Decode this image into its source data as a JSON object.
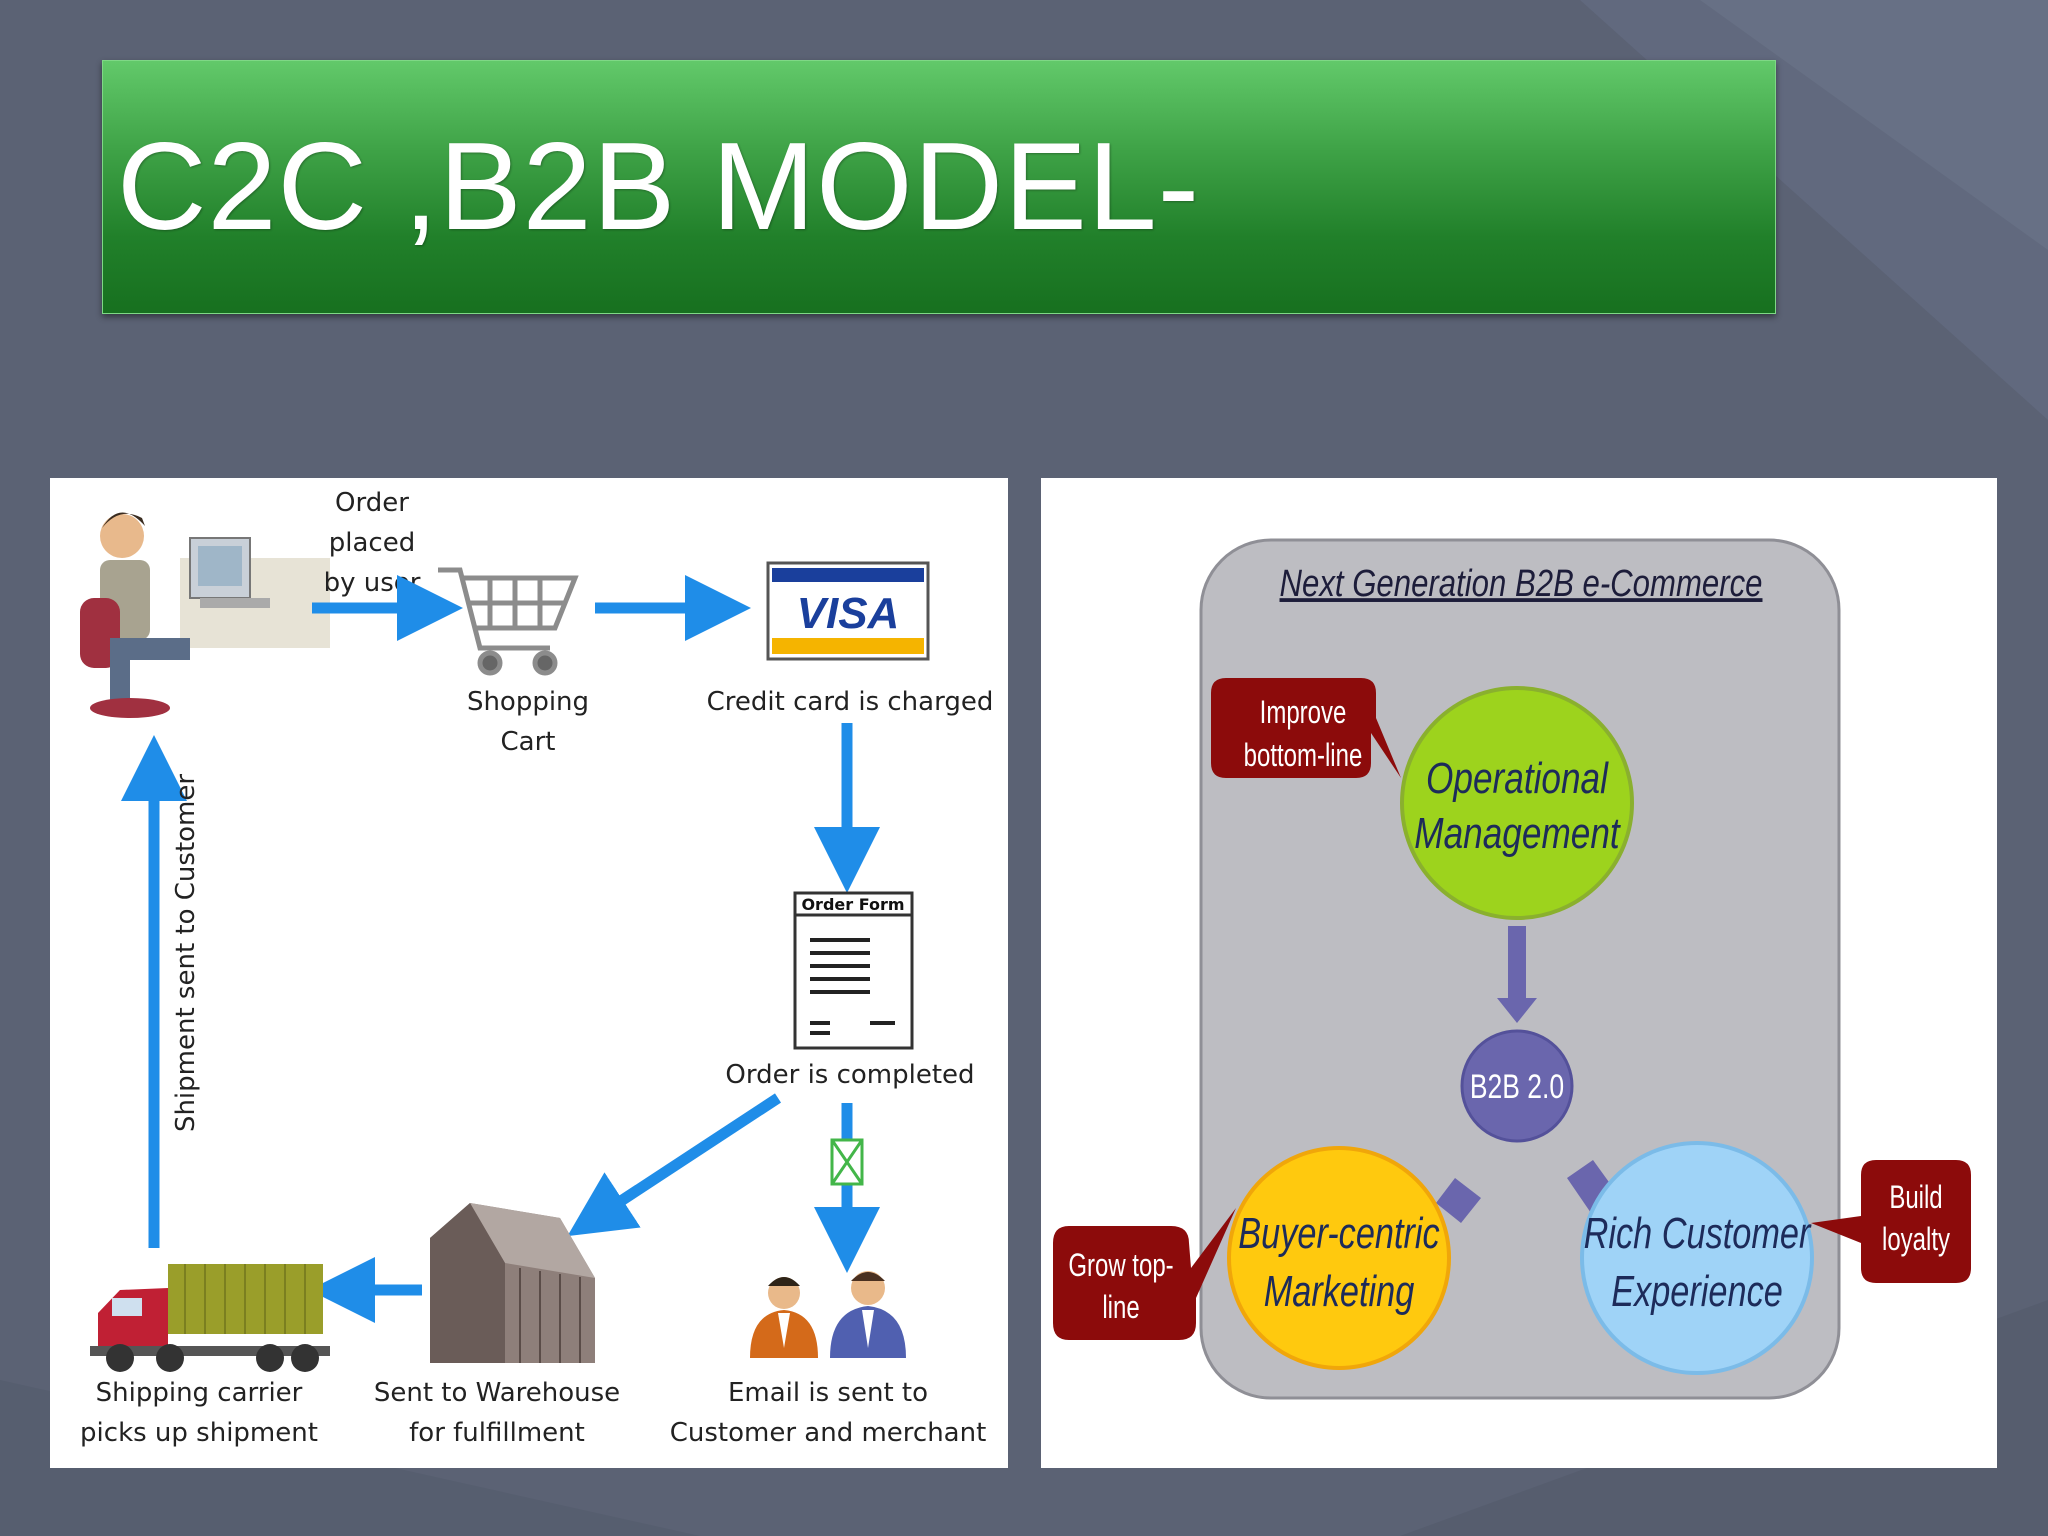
{
  "slide": {
    "title": "C2C ,B2B MODEL-"
  },
  "c2c_flow": {
    "order_placed": [
      "Order",
      "placed",
      "by user"
    ],
    "shopping_cart": [
      "Shopping",
      "Cart"
    ],
    "visa_logo": "VISA",
    "credit_card": "Credit card is charged",
    "order_form_header": "Order Form",
    "order_completed": "Order is completed",
    "email_sent": [
      "Email is sent to",
      "Customer and merchant"
    ],
    "warehouse": [
      "Sent to Warehouse",
      "for fulfillment"
    ],
    "shipping_carrier": [
      "Shipping carrier",
      "picks up shipment"
    ],
    "shipment_sent": "Shipment sent to Customer"
  },
  "b2b_diagram": {
    "heading": "Next Generation B2B e-Commerce",
    "center": "B2B 2.0",
    "operational": [
      "Operational",
      "Management"
    ],
    "buyer": [
      "Buyer-centric",
      "Marketing"
    ],
    "rich": [
      "Rich Customer",
      "Experience"
    ],
    "improve_callout": [
      "Improve",
      "bottom-line"
    ],
    "grow_callout": [
      "Grow top-",
      "line"
    ],
    "build_callout": [
      "Build",
      "loyalty"
    ],
    "colors": {
      "operational": "#9dd31d",
      "buyer": "#ffc90e",
      "rich": "#9fd3f7",
      "center": "#6a66ad",
      "callout": "#8c0b0b",
      "frame": "#bdbdc2"
    }
  }
}
